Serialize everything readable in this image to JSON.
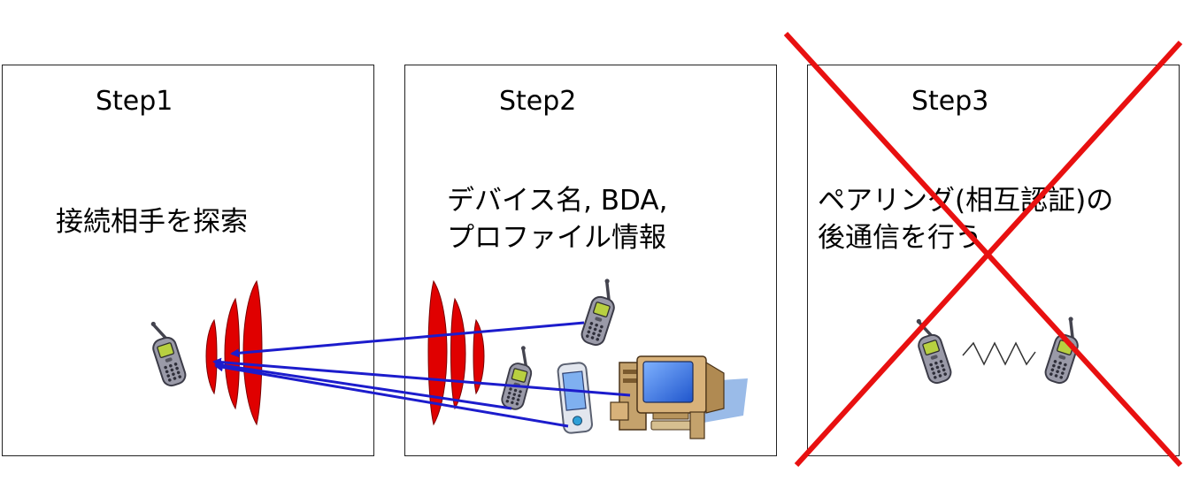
{
  "panels": [
    {
      "step": "Step1",
      "lines": [
        "接続相手を探索"
      ]
    },
    {
      "step": "Step2",
      "lines": [
        "デバイス名, BDA,",
        "プロファイル情報"
      ]
    },
    {
      "step": "Step3",
      "lines": [
        "ペアリング(相互認証)の",
        "後通信を行う"
      ]
    }
  ],
  "colors": {
    "arrow": "#1c1ccc",
    "signal_wave": "#e00000",
    "cross": "#e81010",
    "phone_body": "#9a9aa8",
    "phone_screen": "#b8d040",
    "monitor_screen": "#2f74e6"
  },
  "icons": [
    "phone-icon",
    "signal-waves-icon",
    "pda-icon",
    "desktop-computer-icon",
    "zigzag-link-icon",
    "cross-out-mark"
  ]
}
